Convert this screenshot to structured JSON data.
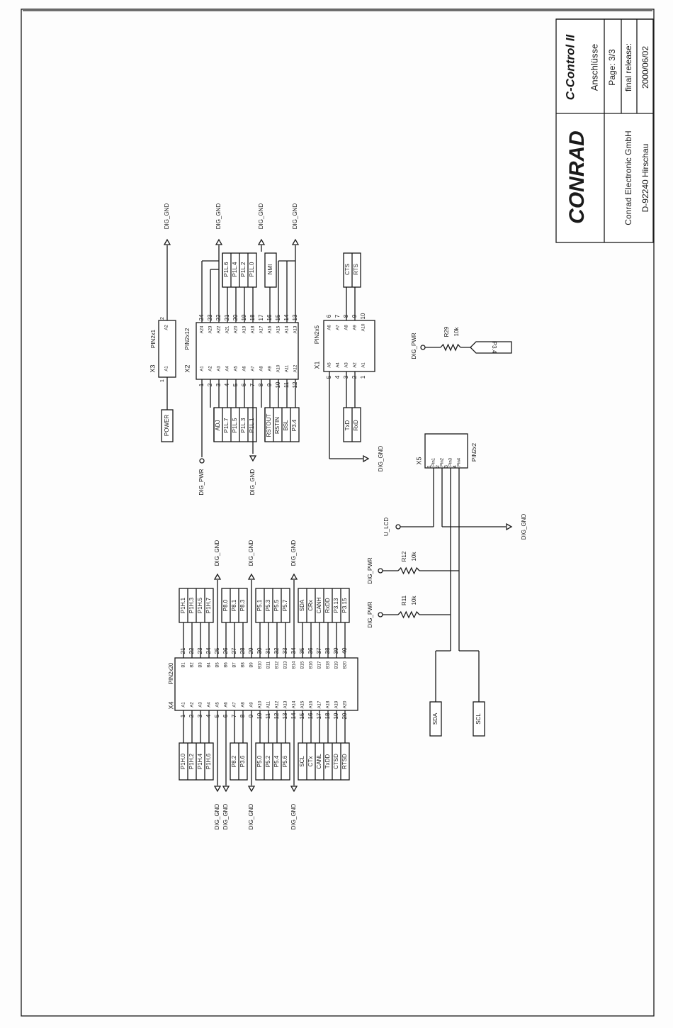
{
  "title_block": {
    "title": "C-Control II",
    "subtitle": "Anschlüsse",
    "page": "Page: 3/3",
    "release_label": "final release:",
    "release_date": "2000/06/02",
    "company": "Conrad Electronic GmbH",
    "address": "D-92240 Hirschau",
    "logo": "CONRAD"
  },
  "nets": {
    "gnd": "DIG_GND",
    "pwr": "DIG_PWR",
    "ulcd": "U_LCD"
  },
  "x3": {
    "ref": "X3",
    "type": "PIN2x1",
    "pins": [
      "A1",
      "A2"
    ],
    "nums": [
      "1",
      "2"
    ],
    "signal": "POWER"
  },
  "x2": {
    "ref": "X2",
    "type": "PIN2x12",
    "left_pins": [
      "A1",
      "A2",
      "A3",
      "A4",
      "A5",
      "A6",
      "A7",
      "A8",
      "A9",
      "A10",
      "A11",
      "A12"
    ],
    "right_pins": [
      "A24",
      "A23",
      "A22",
      "A21",
      "A20",
      "A19",
      "A18",
      "A17",
      "A16",
      "A15",
      "A14",
      "A13"
    ],
    "left_nums": [
      "1",
      "2",
      "3",
      "4",
      "5",
      "6",
      "7",
      "8",
      "9",
      "10",
      "11",
      "12"
    ],
    "right_nums": [
      "24",
      "23",
      "22",
      "21",
      "20",
      "19",
      "18",
      "17",
      "16",
      "15",
      "14",
      "13"
    ],
    "left_signals": [
      "ADJ",
      "P1L.7",
      "P1L.5",
      "P1L.3",
      "P1L.1",
      "RSTOUT",
      "RSTIN",
      "BSL",
      "P3.4"
    ],
    "right_signals": [
      "P1L.6",
      "P1L.4",
      "P1L.2",
      "P1L.0",
      "NMI"
    ]
  },
  "x1": {
    "ref": "X1",
    "type": "PIN2x5",
    "left_pins": [
      "A5",
      "A4",
      "A3",
      "A2",
      "A1"
    ],
    "right_pins": [
      "A6",
      "A7",
      "A8",
      "A9",
      "A10"
    ],
    "left_nums": [
      "5",
      "4",
      "3",
      "2",
      "1"
    ],
    "right_nums": [
      "6",
      "7",
      "8",
      "9",
      "10"
    ],
    "left_signals": [
      "TxD",
      "RxD"
    ],
    "right_signals": [
      "CTS",
      "RTS"
    ]
  },
  "r29": {
    "ref": "R29",
    "value": "10k",
    "signal": "P3.4"
  },
  "x5": {
    "ref": "X5",
    "type": "PIN2x2",
    "pins": [
      "Pin1",
      "Pin2",
      "Pin3",
      "Pin4"
    ],
    "nums": [
      "1",
      "2",
      "3",
      "4"
    ]
  },
  "r12": {
    "ref": "R12",
    "value": "10k"
  },
  "r11": {
    "ref": "R11",
    "value": "10k"
  },
  "bus": {
    "sda": "SDA",
    "scl": "SCL"
  },
  "x4": {
    "ref": "X4",
    "type": "PIN2x20",
    "a_pins": [
      "A1",
      "A2",
      "A3",
      "A4",
      "A5",
      "A6",
      "A7",
      "A8",
      "A9",
      "A10",
      "A11",
      "A12",
      "A13",
      "A14",
      "A15",
      "A16",
      "A17",
      "A18",
      "A19",
      "A20"
    ],
    "b_pins": [
      "B1",
      "B2",
      "B3",
      "B4",
      "B5",
      "B6",
      "B7",
      "B8",
      "B9",
      "B10",
      "B11",
      "B12",
      "B13",
      "B14",
      "B15",
      "B16",
      "B17",
      "B18",
      "B19",
      "B20"
    ],
    "a_nums": [
      "1",
      "2",
      "3",
      "4",
      "5",
      "6",
      "7",
      "8",
      "9",
      "10",
      "11",
      "12",
      "13",
      "14",
      "15",
      "16",
      "17",
      "18",
      "19",
      "20"
    ],
    "b_nums": [
      "21",
      "22",
      "23",
      "24",
      "25",
      "26",
      "27",
      "28",
      "29",
      "30",
      "31",
      "32",
      "33",
      "34",
      "35",
      "36",
      "37",
      "38",
      "39",
      "40"
    ],
    "a_signals": [
      "P1H.0",
      "P1H.2",
      "P1H.4",
      "P1H.6",
      "P8.2",
      "P3.6",
      "P5.0",
      "P5.2",
      "P5.4",
      "P5.6",
      "SCL",
      "CTx",
      "CANL",
      "TxDD",
      "CTSD",
      "RTSD"
    ],
    "b_signals": [
      "P1H.1",
      "P1H.3",
      "P1H.5",
      "P1H.7",
      "P8.0",
      "P8.1",
      "P8.3",
      "P5.1",
      "P5.3",
      "P5.5",
      "P5.7",
      "SDA",
      "CRx",
      "CANH",
      "RxDD",
      "P3.13",
      "P3.15"
    ]
  }
}
